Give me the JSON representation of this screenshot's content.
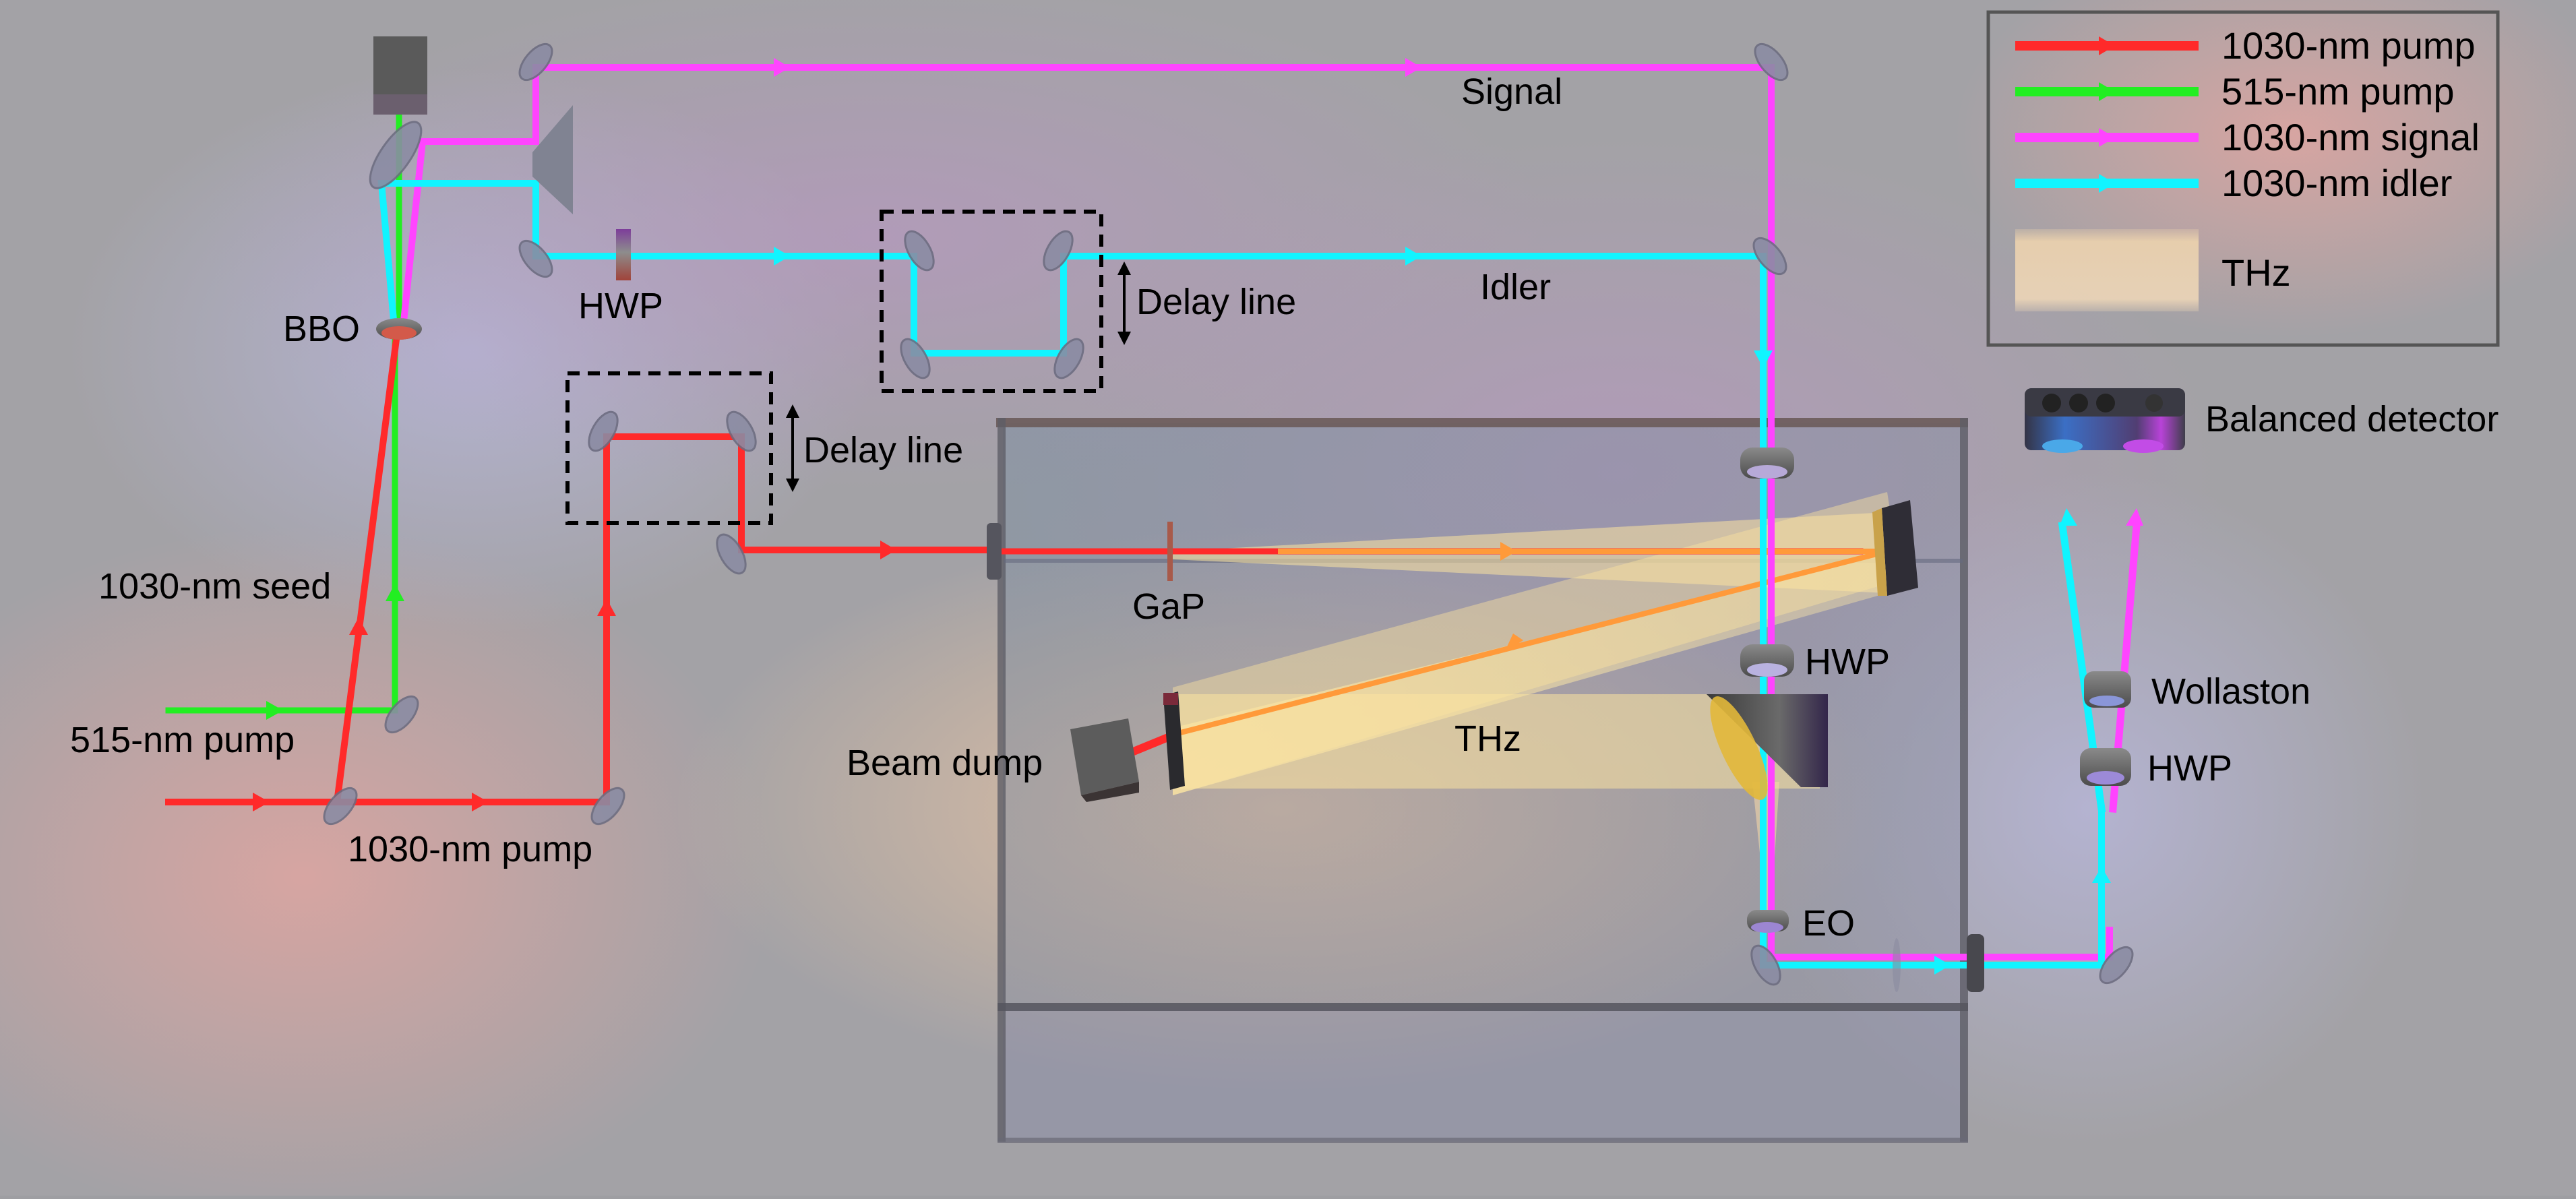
{
  "colors": {
    "pump_1030": "#ff2a2a",
    "pump_515": "#22ee22",
    "signal_1030": "#ff44ff",
    "idler_1030": "#11f4ff",
    "thz": "#f5dfa8",
    "thz_axis": "#ff9a3a",
    "background": "#a3a1a6"
  },
  "legend": {
    "items": [
      {
        "label": "1030-nm pump",
        "key": "pump_1030"
      },
      {
        "label": "515-nm pump",
        "key": "pump_515"
      },
      {
        "label": "1030-nm signal",
        "key": "signal_1030"
      },
      {
        "label": "1030-nm idler",
        "key": "idler_1030"
      },
      {
        "label": "THz",
        "key": "thz"
      }
    ]
  },
  "labels": {
    "signal": "Signal",
    "idler": "Idler",
    "hwp_idler": "HWP",
    "bbo": "BBO",
    "delay_line_idler": "Delay line",
    "delay_line_pump": "Delay line",
    "seed": "1030-nm seed",
    "pump_515": "515-nm pump",
    "pump_1030": "1030-nm pump",
    "gap": "GaP",
    "beam_dump": "Beam dump",
    "thz": "THz",
    "hwp_chamber": "HWP",
    "eo": "EO",
    "balanced_detector": "Balanced detector",
    "wollaston": "Wollaston",
    "hwp_detection": "HWP"
  }
}
